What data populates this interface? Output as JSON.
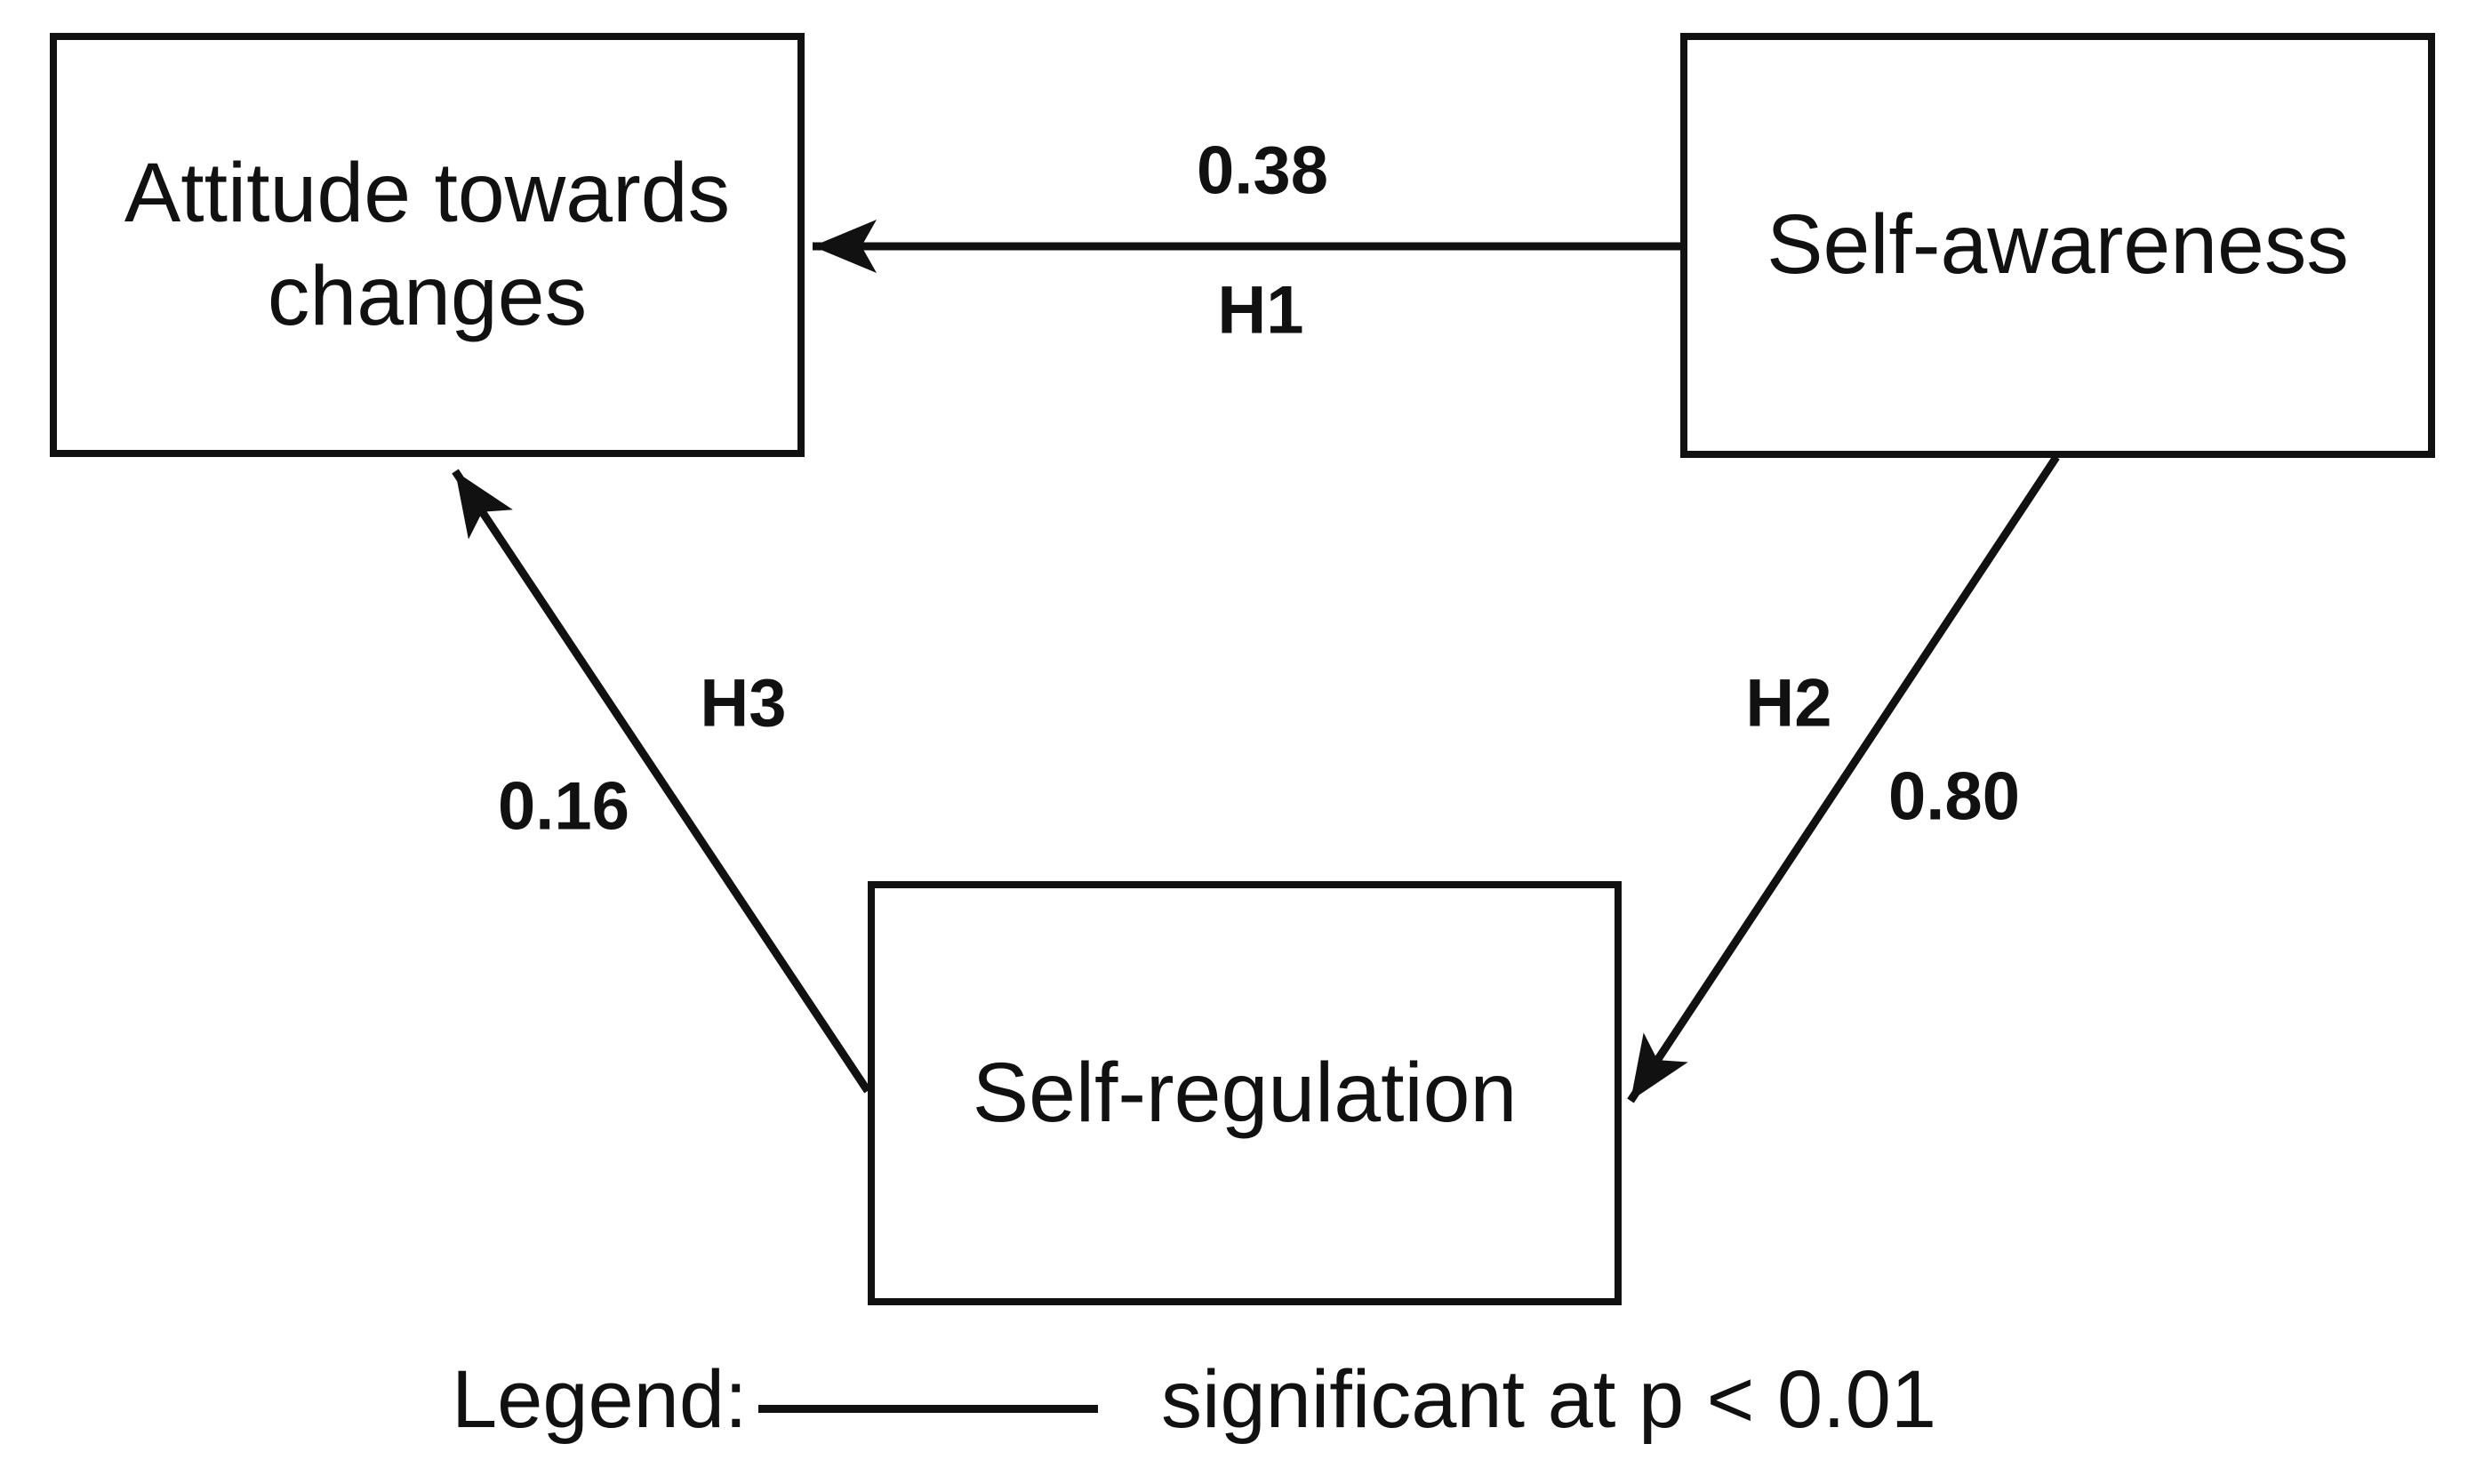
{
  "figure": {
    "background_color": "#ffffff",
    "ink_color": "#111111",
    "type": "path-model-diagram"
  },
  "nodes": {
    "attitude": {
      "label": "Attitude towards changes"
    },
    "awareness": {
      "label": "Self-awareness"
    },
    "regulation": {
      "label": "Self-regulation"
    }
  },
  "paths": {
    "h1": {
      "hypothesis": "H1",
      "coefficient": "0.38",
      "from": "Self-awareness",
      "to": "Attitude towards changes"
    },
    "h2": {
      "hypothesis": "H2",
      "coefficient": "0.80",
      "from": "Self-awareness",
      "to": "Self-regulation"
    },
    "h3": {
      "hypothesis": "H3",
      "coefficient": "0.16",
      "from": "Self-regulation",
      "to": "Attitude towards changes"
    }
  },
  "legend": {
    "label": "Legend:",
    "description": "significant at p < 0.01"
  }
}
